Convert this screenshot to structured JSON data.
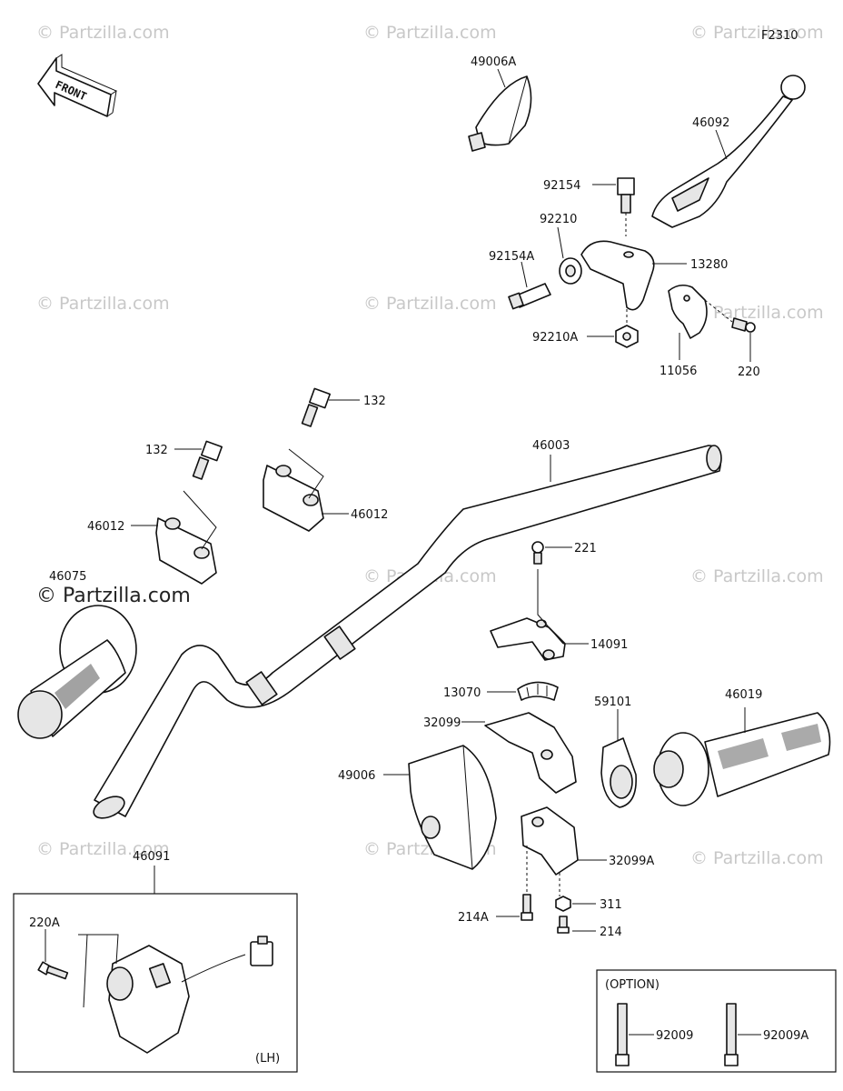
{
  "diagram": {
    "figure_code": "F2310",
    "front_arrow_text": "FRONT",
    "watermark_text": "© Partzilla.com",
    "callouts": [
      {
        "id": "49006A",
        "text": "49006A"
      },
      {
        "id": "46092",
        "text": "46092"
      },
      {
        "id": "92154",
        "text": "92154"
      },
      {
        "id": "92210",
        "text": "92210"
      },
      {
        "id": "92154A",
        "text": "92154A"
      },
      {
        "id": "13280",
        "text": "13280"
      },
      {
        "id": "92210A",
        "text": "92210A"
      },
      {
        "id": "11056",
        "text": "11056"
      },
      {
        "id": "220",
        "text": "220"
      },
      {
        "id": "132a",
        "text": "132"
      },
      {
        "id": "132b",
        "text": "132"
      },
      {
        "id": "46003",
        "text": "46003"
      },
      {
        "id": "46012a",
        "text": "46012"
      },
      {
        "id": "46012b",
        "text": "46012"
      },
      {
        "id": "46075",
        "text": "46075"
      },
      {
        "id": "221",
        "text": "221"
      },
      {
        "id": "14091",
        "text": "14091"
      },
      {
        "id": "13070",
        "text": "13070"
      },
      {
        "id": "32099",
        "text": "32099"
      },
      {
        "id": "59101",
        "text": "59101"
      },
      {
        "id": "46019",
        "text": "46019"
      },
      {
        "id": "49006",
        "text": "49006"
      },
      {
        "id": "32099A",
        "text": "32099A"
      },
      {
        "id": "311",
        "text": "311"
      },
      {
        "id": "214A",
        "text": "214A"
      },
      {
        "id": "214",
        "text": "214"
      },
      {
        "id": "46091",
        "text": "46091"
      },
      {
        "id": "220A",
        "text": "220A"
      },
      {
        "id": "92009",
        "text": "92009"
      },
      {
        "id": "92009A",
        "text": "92009A"
      }
    ],
    "lh_box_label": "(LH)",
    "option_box_label": "(OPTION)"
  }
}
